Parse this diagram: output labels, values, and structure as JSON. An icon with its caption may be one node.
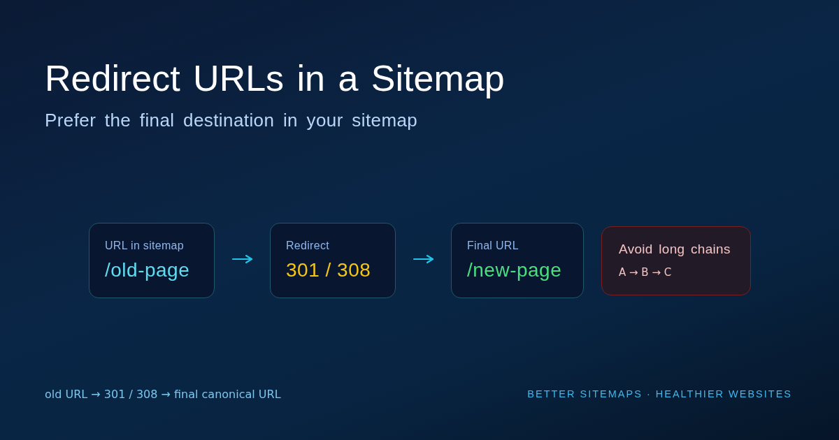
{
  "diagram": {
    "title": "Redirect URLs in a Sitemap",
    "nodes": [
      {
        "text": [
          "URL in sitemap",
          "/old-page"
        ]
      },
      {
        "text": [
          "Redirect",
          "301 / 308"
        ]
      },
      {
        "text": [
          "Final URL",
          "/new-page"
        ]
      },
      {
        "text": [
          "Avoid long chains",
          "A → B → C"
        ]
      }
    ],
    "edges": [
      {
        "from": 0,
        "to": 1,
        "arrow": "to"
      },
      {
        "from": 1,
        "to": 2,
        "arrow": "to"
      }
    ],
    "labels": [
      "Prefer the final destination in your sitemap",
      "old URL → 301 / 308 → final canonical URL",
      "BETTER SITEMAPS · HEALTHIER WEBSITES"
    ]
  }
}
